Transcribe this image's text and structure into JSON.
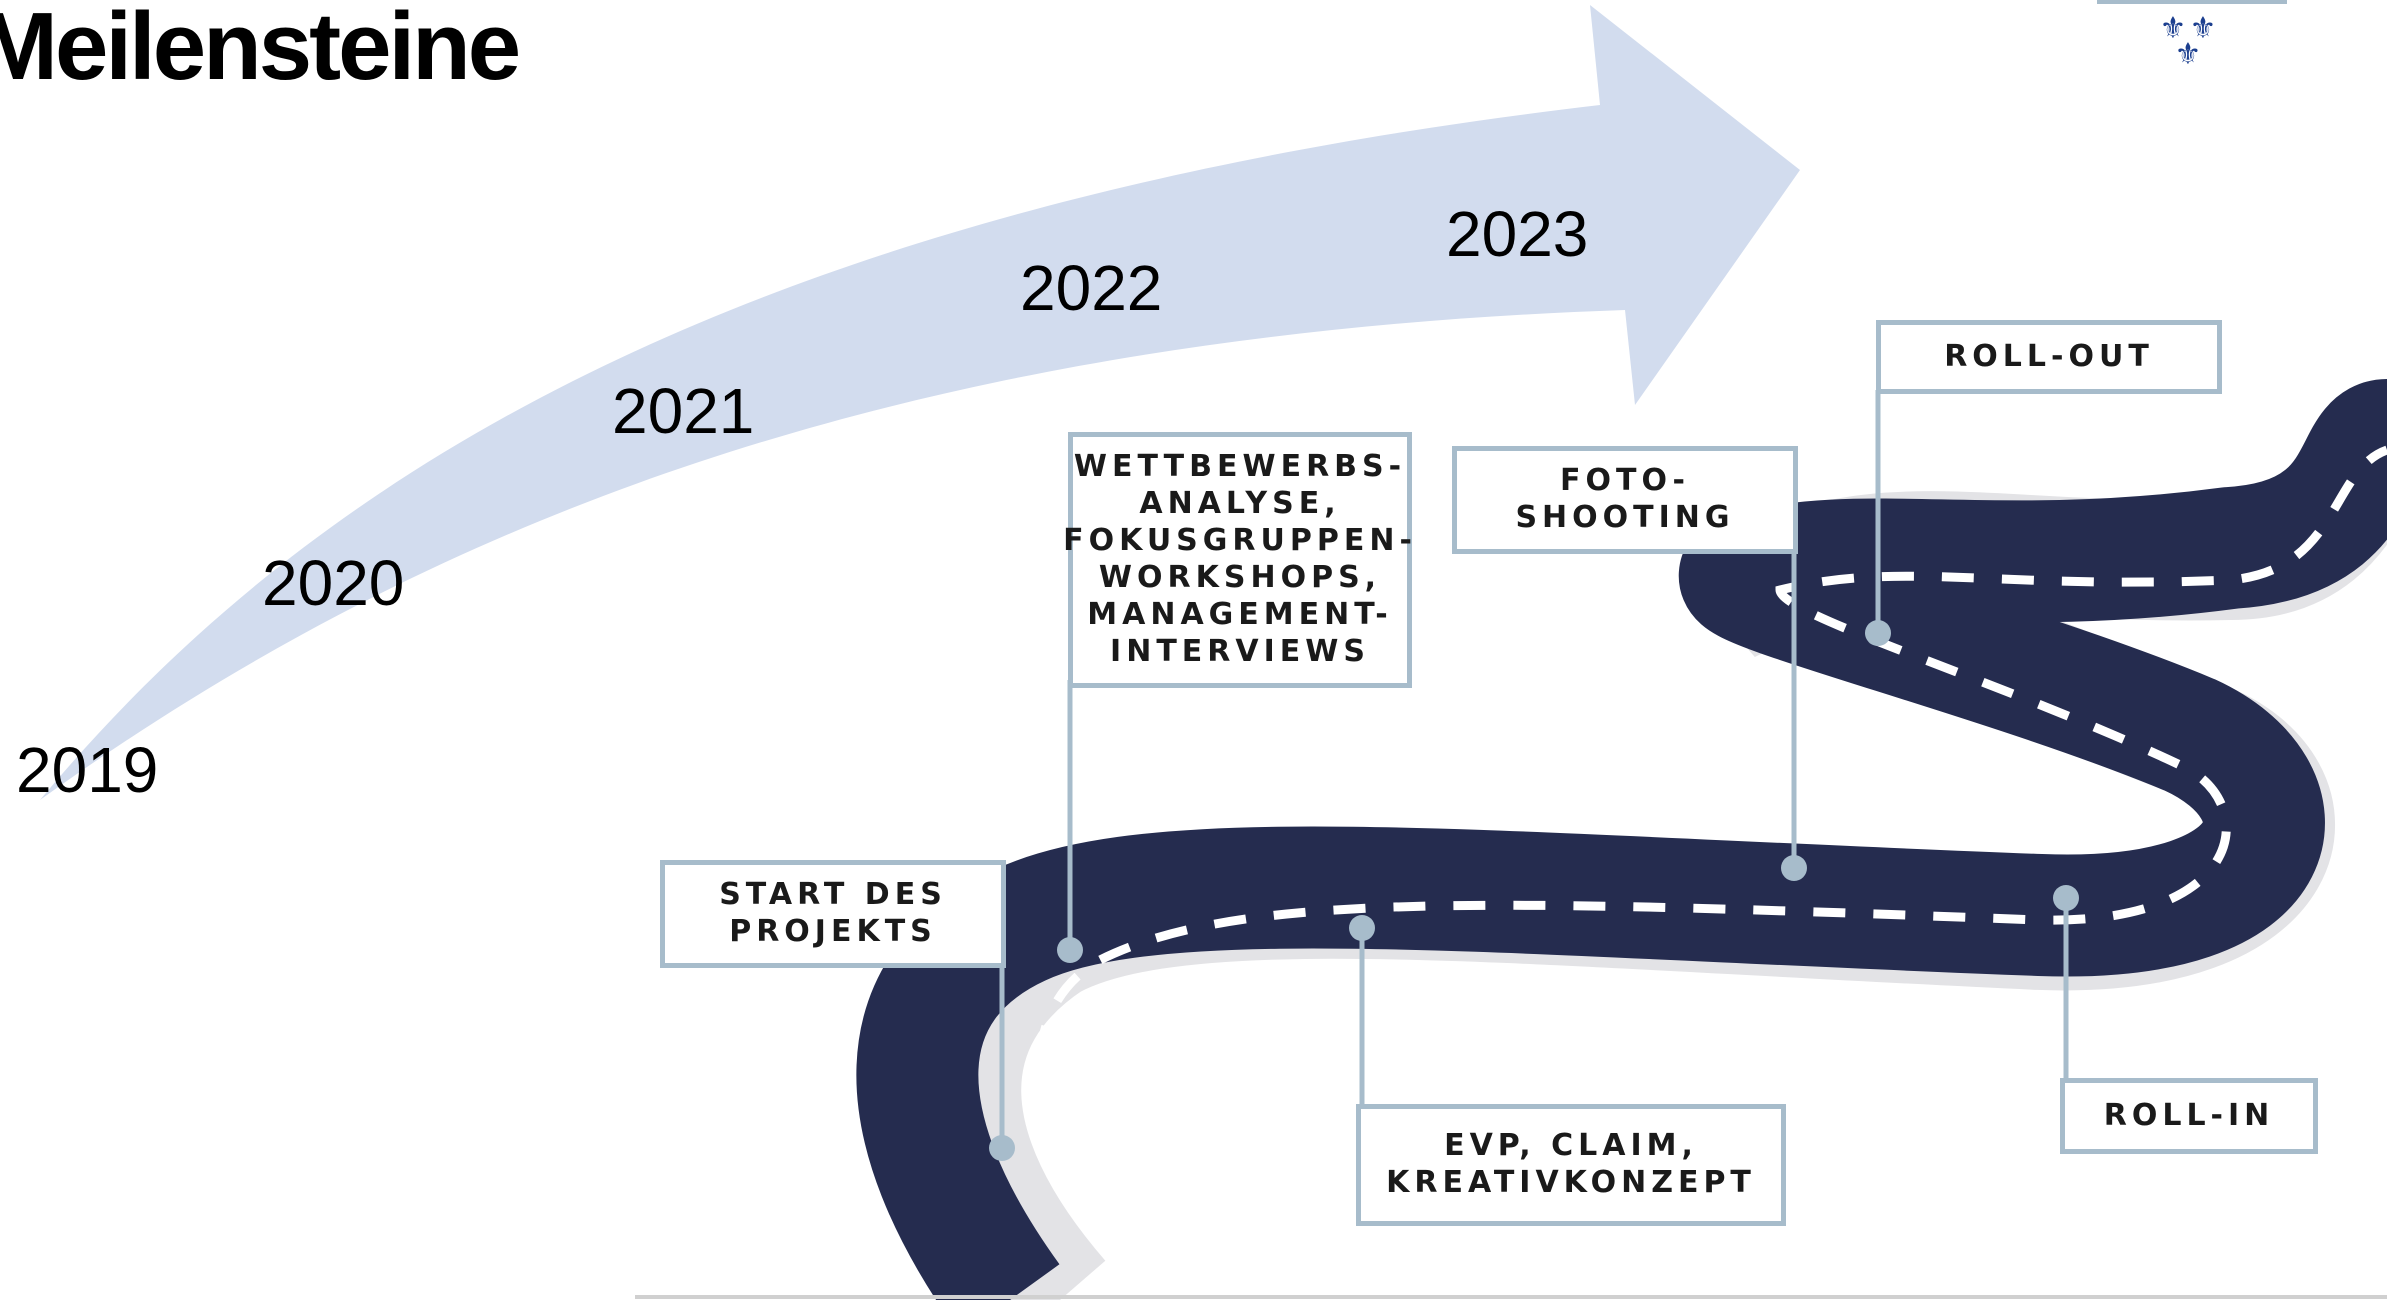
{
  "title": "Meilensteine",
  "timeline": {
    "years": [
      "2019",
      "2020",
      "2021",
      "2022",
      "2023"
    ],
    "arrow_color": "#d2dcee"
  },
  "milestones": [
    {
      "id": "start",
      "label": "START DES\nPROJEKTS"
    },
    {
      "id": "analysis",
      "label": "WETTBEWERBS-\nANALYSE,\nFOKUSGRUPPEN-\nWORKSHOPS,\nMANAGEMENT-\nINTERVIEWS"
    },
    {
      "id": "evp",
      "label": "EVP, CLAIM,\nKREATIVKONZEPT"
    },
    {
      "id": "foto",
      "label": "FOTO-\nSHOOTING"
    },
    {
      "id": "rollout",
      "label": "ROLL-OUT"
    },
    {
      "id": "rollin",
      "label": "ROLL-IN"
    }
  ],
  "colors": {
    "road": "#252c4f",
    "road_edge": "#e3e3e6",
    "marking": "#ffffff",
    "pin": "#a7bccb",
    "logo": "#1c3f8f"
  },
  "logo": {
    "icon": "three-fleur-de-lis-icon"
  }
}
